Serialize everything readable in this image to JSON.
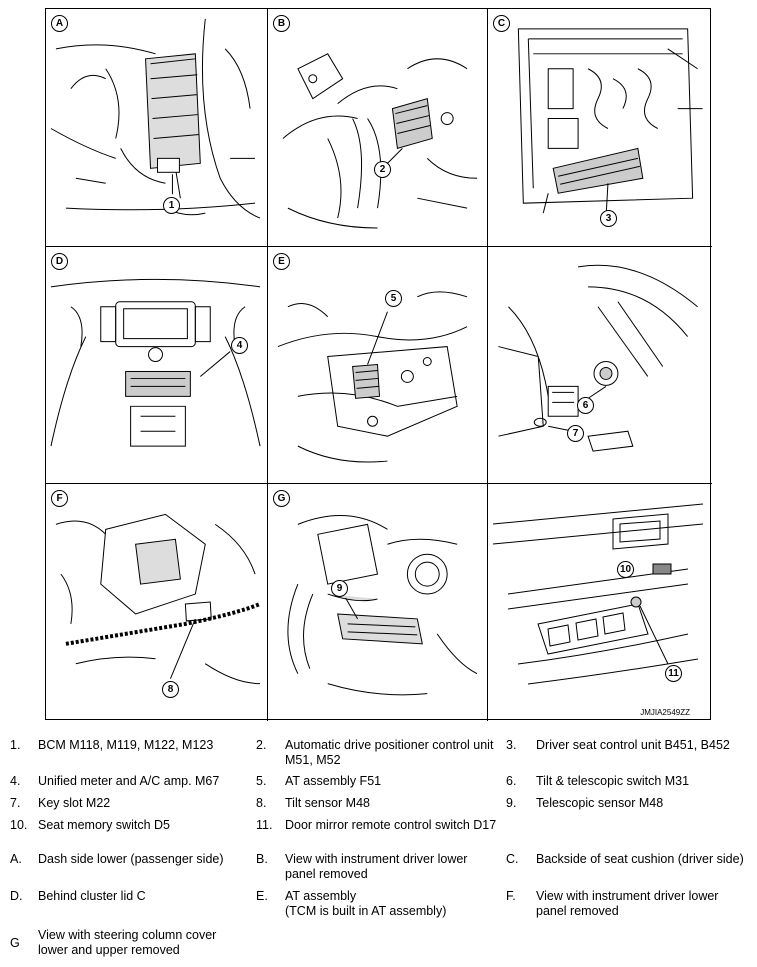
{
  "figure_id": "JMJIA2549ZZ",
  "panels": [
    {
      "letter": "A",
      "callouts": [
        "1"
      ]
    },
    {
      "letter": "B",
      "callouts": [
        "2"
      ]
    },
    {
      "letter": "C",
      "callouts": [
        "3"
      ]
    },
    {
      "letter": "D",
      "callouts": [
        "4"
      ]
    },
    {
      "letter": "E",
      "callouts": [
        "5"
      ]
    },
    {
      "letter": "",
      "callouts": [
        "6",
        "7"
      ]
    },
    {
      "letter": "F",
      "callouts": [
        "8"
      ]
    },
    {
      "letter": "G",
      "callouts": [
        "9"
      ]
    },
    {
      "letter": "",
      "callouts": [
        "10",
        "11"
      ]
    }
  ],
  "legend": [
    {
      "num": "1.",
      "text": "BCM M118, M119, M122, M123"
    },
    {
      "num": "2.",
      "text": "Automatic drive positioner control unit M51, M52"
    },
    {
      "num": "3.",
      "text": "Driver seat control unit B451, B452"
    },
    {
      "num": "4.",
      "text": "Unified meter and A/C amp. M67"
    },
    {
      "num": "5.",
      "text": "AT assembly F51"
    },
    {
      "num": "6.",
      "text": "Tilt & telescopic switch M31"
    },
    {
      "num": "7.",
      "text": "Key slot M22"
    },
    {
      "num": "8.",
      "text": "Tilt sensor M48"
    },
    {
      "num": "9.",
      "text": "Telescopic sensor M48"
    },
    {
      "num": "10.",
      "text": "Seat memory switch D5"
    },
    {
      "num": "11.",
      "text": "Door mirror remote control switch D17"
    },
    {
      "num": "A.",
      "text": "Dash side lower (passenger side)"
    },
    {
      "num": "B.",
      "text": "View with instrument driver lower panel removed"
    },
    {
      "num": "C.",
      "text": "Backside of seat cushion (driver side)"
    },
    {
      "num": "D.",
      "text": "Behind cluster lid C"
    },
    {
      "num": "E.",
      "text": "AT assembly\n(TCM is built in AT assembly)"
    },
    {
      "num": "F.",
      "text": "View with instrument driver lower panel removed"
    },
    {
      "num": "G",
      "text": "View with steering column cover lower and upper removed"
    }
  ]
}
